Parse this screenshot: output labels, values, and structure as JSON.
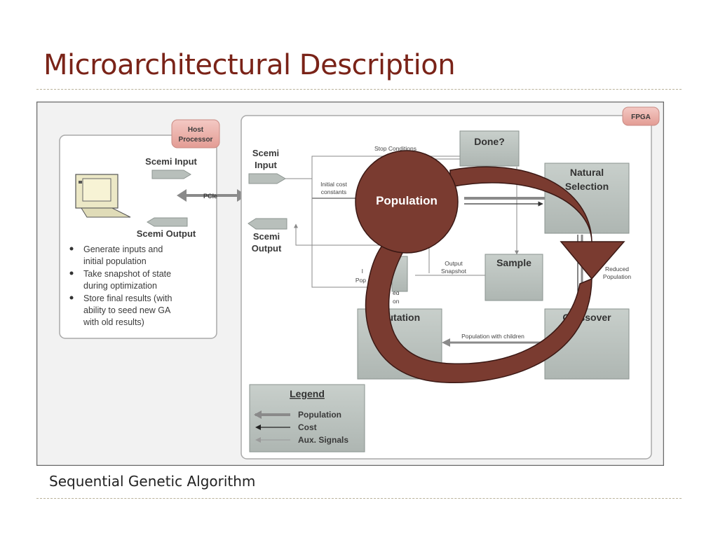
{
  "slide": {
    "title": "Microarchitectural Description",
    "caption": "Sequential Genetic Algorithm"
  },
  "diagram": {
    "host_badge": [
      "Host",
      "Processor"
    ],
    "fpga_badge": "FPGA",
    "host": {
      "scemi_input": "Scemi Input",
      "scemi_output": "Scemi Output",
      "pcie": "PCIe",
      "bullets": [
        [
          "Generate inputs and",
          "initial population"
        ],
        [
          "Take snapshot of state",
          "during optimization"
        ],
        [
          "Store final results (with",
          "ability to seed new GA",
          "with old results)"
        ]
      ]
    },
    "fpga": {
      "scemi_input": [
        "Scemi",
        "Input"
      ],
      "scemi_output": [
        "Scemi",
        "Output"
      ],
      "stop_conditions": "Stop Conditions",
      "initial_cost": [
        "Initial cost",
        "constants"
      ],
      "output_snapshot": [
        "Output",
        "Snapshot"
      ],
      "reduced_population": [
        "Reduced",
        "Population"
      ],
      "population_with_children": "Population with children",
      "partial_labels": [
        "I",
        "Pop",
        "ed",
        "on"
      ]
    },
    "blocks": {
      "done": "Done?",
      "natural_selection": [
        "Natural",
        "Selection"
      ],
      "sample": "Sample",
      "crossover": "Crossover",
      "mutation": "Mutation"
    },
    "overlay": {
      "population": "Population",
      "color": "#7a3b30"
    },
    "legend": {
      "title": "Legend",
      "items": [
        "Population",
        "Cost",
        "Aux. Signals"
      ]
    }
  }
}
